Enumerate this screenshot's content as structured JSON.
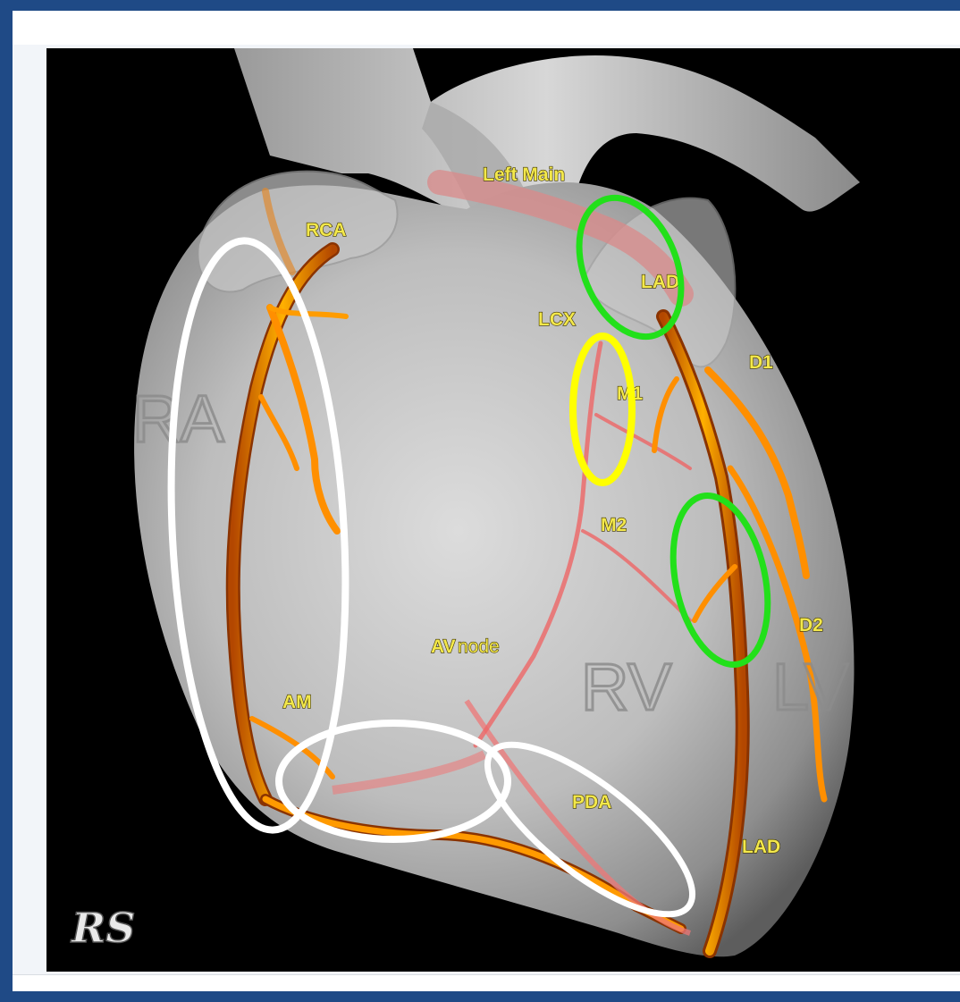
{
  "diagram": {
    "vessel_labels": {
      "left_main": "Left Main",
      "rca": "RCA",
      "lad_top": "LAD",
      "lcx": "LCX",
      "d1": "D1",
      "m1": "M1",
      "m2": "M2",
      "d2": "D2",
      "av_node_a": "AV",
      "av_node_b": "node",
      "am": "AM",
      "pda": "PDA",
      "lad_bottom": "LAD"
    },
    "chamber_labels": {
      "ra": "RA",
      "rv": "RV",
      "lv": "LV"
    },
    "signature": "RS",
    "highlight_colors": {
      "white": "#ffffff",
      "green": "#22e01a",
      "yellow": "#ffff00"
    }
  }
}
